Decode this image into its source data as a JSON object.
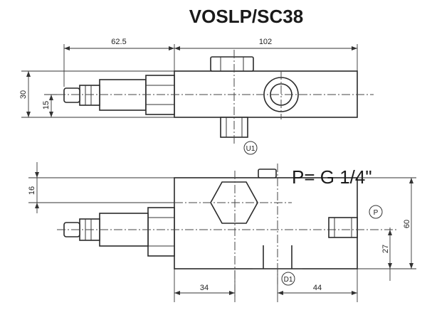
{
  "title": "VOSLP/SC38",
  "top_view": {
    "dim_total_left": "62.5",
    "dim_body_length": "102",
    "dim_height": "30",
    "dim_half_height": "15",
    "port_u1": "U1"
  },
  "bottom_view": {
    "dim_offset": "16",
    "dim_height": "60",
    "dim_p_height": "27",
    "dim_left_34": "34",
    "dim_right_44": "44",
    "port_p": "P",
    "port_d1": "D1",
    "port_spec": "P= G 1/4\""
  }
}
